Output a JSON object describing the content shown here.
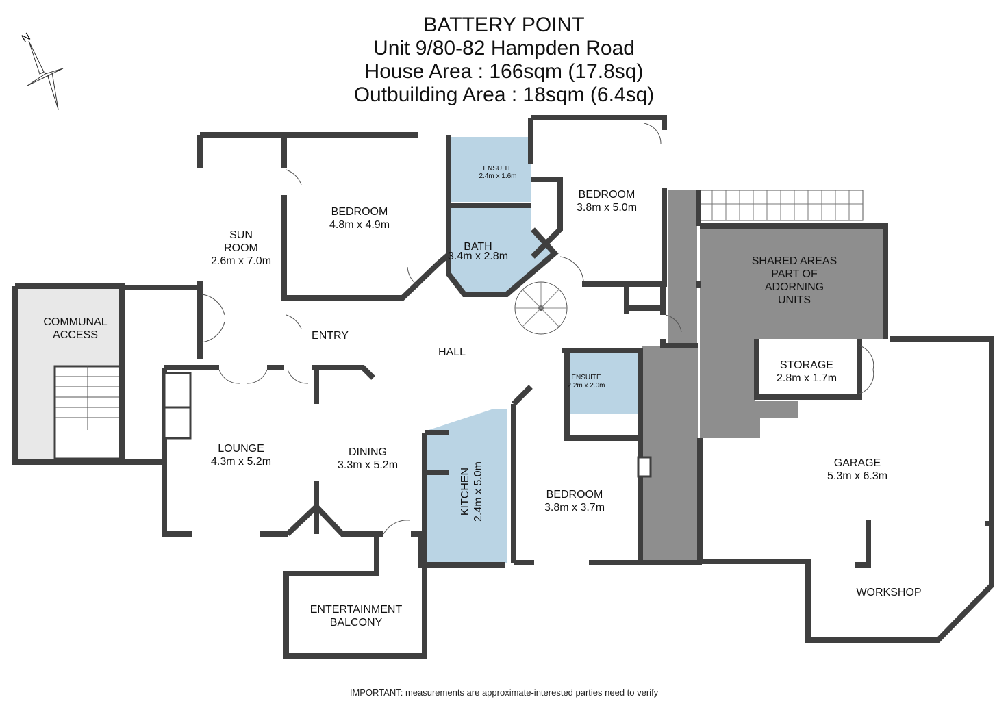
{
  "header": {
    "suburb": "BATTERY POINT",
    "address": "Unit 9/80-82 Hampden Road",
    "house_area": "House Area : 166sqm (17.8sq)",
    "outbuilding_area": "Outbuilding Area : 18sqm (6.4sq)"
  },
  "compass": {
    "north_label": "N"
  },
  "rooms": {
    "sun_room": {
      "name1": "SUN",
      "name2": "ROOM",
      "size": "2.6m x 7.0m"
    },
    "bedroom1": {
      "name": "BEDROOM",
      "size": "4.8m x 4.9m"
    },
    "ensuite1": {
      "name": "ENSUITE",
      "size": "2.4m x 1.6m"
    },
    "bath": {
      "name": "BATH",
      "size": "3.4m x 2.8m"
    },
    "bedroom2": {
      "name": "BEDROOM",
      "size": "3.8m x 5.0m"
    },
    "shared": {
      "l1": "SHARED AREAS",
      "l2": "PART OF",
      "l3": "ADORNING",
      "l4": "UNITS"
    },
    "communal": {
      "l1": "COMMUNAL",
      "l2": "ACCESS"
    },
    "entry": {
      "name": "ENTRY"
    },
    "hall": {
      "name": "HALL"
    },
    "ensuite2": {
      "name": "ENSUITE",
      "size": "2.2m x 2.0m"
    },
    "storage": {
      "name": "STORAGE",
      "size": "2.8m x 1.7m"
    },
    "lounge": {
      "name": "LOUNGE",
      "size": "4.3m x 5.2m"
    },
    "dining": {
      "name": "DINING",
      "size": "3.3m x 5.2m"
    },
    "kitchen": {
      "name": "KITCHEN",
      "size": "2.4m x 5.0m"
    },
    "bedroom3": {
      "name": "BEDROOM",
      "size": "3.8m x 3.7m"
    },
    "garage": {
      "name": "GARAGE",
      "size": "5.3m x 6.3m"
    },
    "workshop": {
      "name": "WORKSHOP"
    },
    "balcony": {
      "l1": "ENTERTAINMENT",
      "l2": "BALCONY"
    }
  },
  "colors": {
    "wet_area": "#bad4e4",
    "shared": "#8e8e8e",
    "communal": "#e8e8e8",
    "wall": "#3f3f3f"
  },
  "footer": {
    "note": "IMPORTANT: measurements are approximate-interested parties need to verify"
  }
}
